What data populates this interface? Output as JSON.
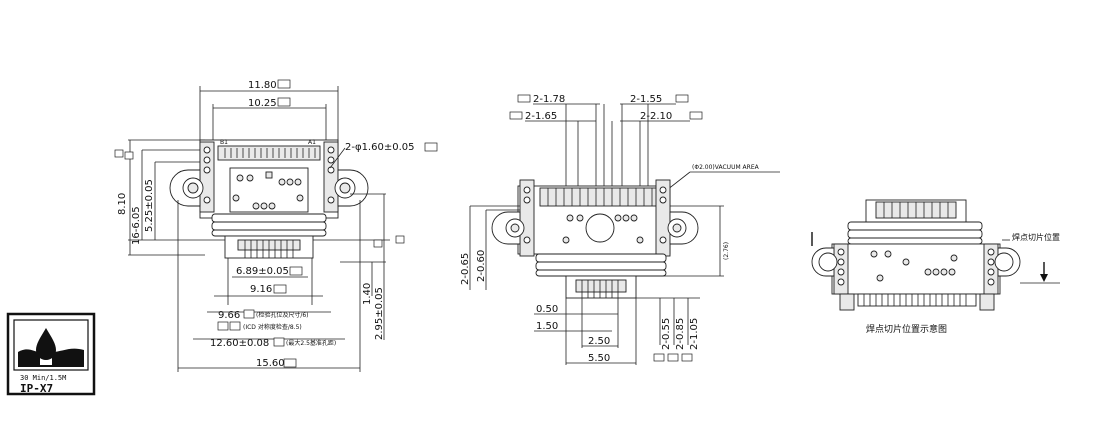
{
  "front_view": {
    "top_width_outer": "11.80",
    "top_width_inner": "10.25",
    "hole_spec": "2-φ1.60±0.05",
    "left_height_total": "8.10",
    "left_height_a": "16-6.05",
    "left_height_b": "5.25±0.05",
    "right_height_a": "1.40",
    "right_height_b": "2.95±0.05",
    "dim_689": "6.89±0.05",
    "dim_916": "9.16",
    "dim_966": "9.66",
    "dim_1260": "12.60±0.08",
    "dim_1560": "15.60",
    "note_966": "(检验孔位及尺寸/6)",
    "note_b": "(ICD 对称度检查/8.5)",
    "note_1260": "(最大2.5基准孔距)",
    "pin_label_left": "B1",
    "pin_label_right": "A1"
  },
  "side_view": {
    "d178": "2-1.78",
    "d155": "2-1.55",
    "d165": "2-1.65",
    "d210": "2-2.10",
    "vacuum": "(Φ2.00)VACUUM AREA",
    "d065": "2-0.65",
    "d060": "2-0.60",
    "d276": "(2.76)",
    "d050": "0.50",
    "d150": "1.50",
    "d250": "2.50",
    "d550": "5.50",
    "d055": "2-0.55",
    "d085": "2-0.85",
    "d105": "2-1.05"
  },
  "right_view": {
    "cut_label": "焊点切片位置",
    "caption": "焊点切片位置示意图"
  },
  "badge": {
    "line1": "30 Min/1.5M",
    "line2": "IP-X7"
  }
}
